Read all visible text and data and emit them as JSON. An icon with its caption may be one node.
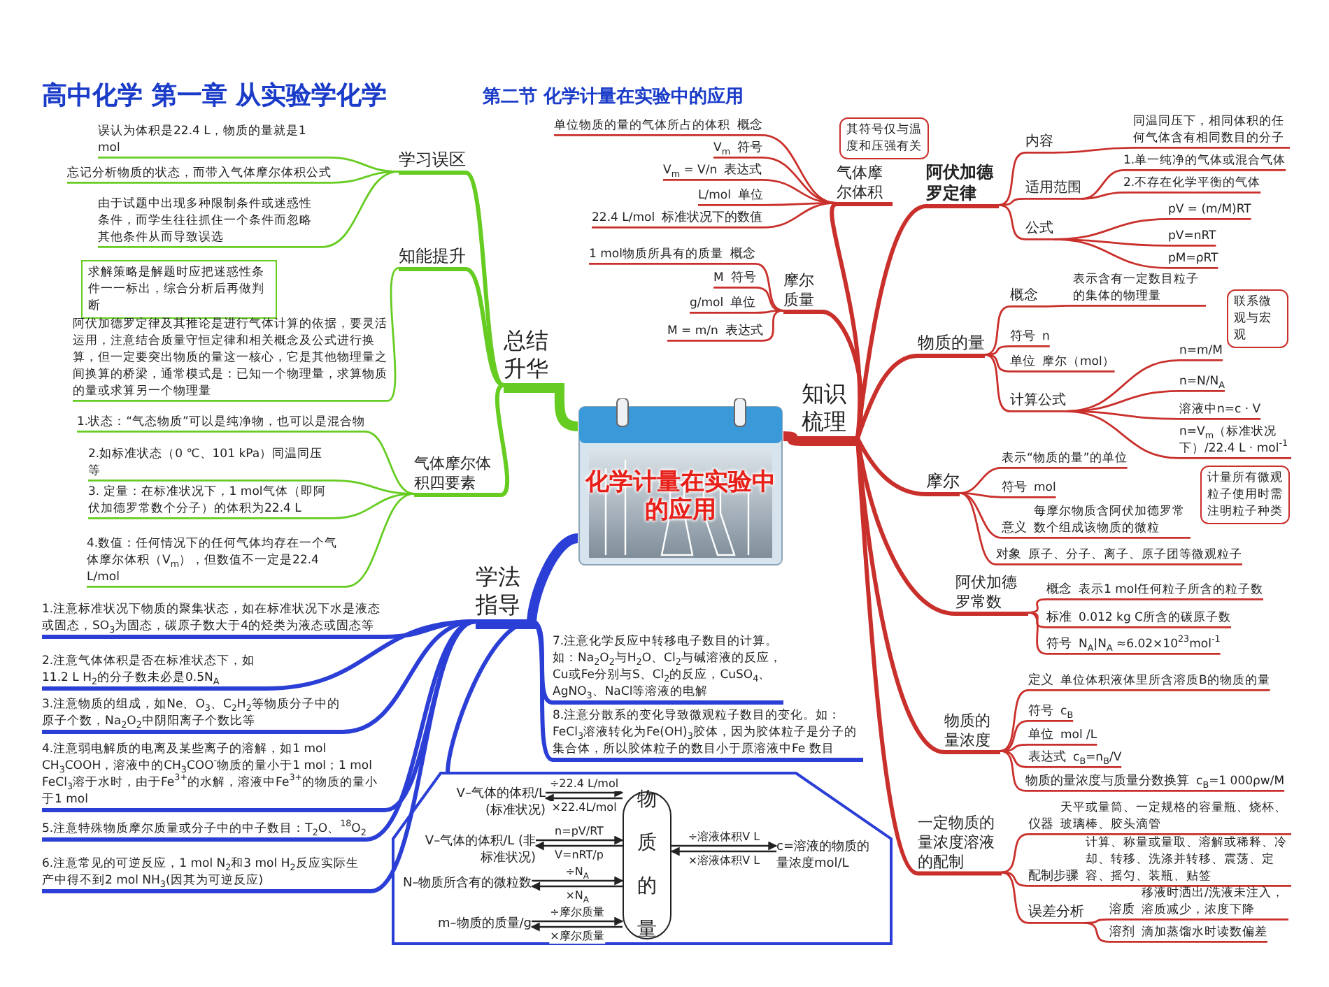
{
  "diagram": {
    "title": "高中化学 第一章 从实验学化学",
    "labels": [
      "第二节 化学计量在实验中的应用"
    ],
    "nodes": [
      {
        "text": [
          "化学计量在实验中的应用"
        ]
      },
      {
        "text": [
          "知识梳理"
        ]
      },
      {
        "text": [
          "气体摩尔体积"
        ]
      },
      {
        "text": [
          "单位物质的量的气体所占的体积",
          "概念"
        ]
      },
      {
        "text": [
          "V$_{m}$",
          "符号"
        ]
      },
      {
        "text": [
          "V$_{m}$ = V/n",
          "表达式"
        ]
      },
      {
        "text": [
          "L/mol",
          "单位"
        ]
      },
      {
        "text": [
          "22.4 L/mol",
          "标准状况下的数值"
        ]
      },
      {
        "text": [
          "摩尔质量"
        ]
      },
      {
        "text": [
          "1 mol物质所具有的质量",
          "概念"
        ]
      },
      {
        "text": [
          "M",
          "符号"
        ]
      },
      {
        "text": [
          "g/mol",
          "单位"
        ]
      },
      {
        "text": [
          "M = m/n",
          "表达式"
        ]
      },
      {
        "text": [
          "阿伏加德罗定律"
        ]
      },
      {
        "text": [
          "内容"
        ]
      },
      {
        "text": [
          "同温同压下，相同体积的任何气体含有相同数目的分子"
        ]
      },
      {
        "text": [
          "适用范围"
        ]
      },
      {
        "text": [
          "1.单一纯净的气体或混合气体"
        ]
      },
      {
        "text": [
          "2.不存在化学平衡的气体"
        ]
      },
      {
        "text": [
          "公式"
        ]
      },
      {
        "text": [
          "pV = (m/M)RT"
        ]
      },
      {
        "text": [
          "pV=nRT"
        ]
      },
      {
        "text": [
          "pM=ρRT"
        ]
      },
      {
        "text": [
          "物质的量"
        ]
      },
      {
        "text": [
          "概念"
        ]
      },
      {
        "text": [
          "表示含有一定数目粒子的集体的物理量"
        ]
      },
      {
        "text": [
          "符号",
          "n"
        ]
      },
      {
        "text": [
          "单位",
          "摩尔（mol）"
        ]
      },
      {
        "text": [
          "计算公式"
        ]
      },
      {
        "text": [
          "n=m/M"
        ]
      },
      {
        "text": [
          "n=N/N$_{A}$"
        ]
      },
      {
        "text": [
          "溶液中n=c · V"
        ]
      },
      {
        "text": [
          "n=V$_{m}$（标准状况下）/22.4 L · mol$^{-1}$"
        ]
      },
      {
        "text": [
          "摩尔"
        ]
      },
      {
        "text": [
          "表示“物质的量”的单位"
        ]
      },
      {
        "text": [
          "符号",
          "mol"
        ]
      },
      {
        "text": [
          "意义",
          "每摩尔物质含阿伏加德罗常数个组成该物质的微粒"
        ]
      },
      {
        "text": [
          "对象",
          "原子、分子、离子、原子团等微观粒子"
        ]
      },
      {
        "text": [
          "阿伏加德罗常数"
        ]
      },
      {
        "text": [
          "概念",
          "表示1 mol任何粒子所含的粒子数"
        ]
      },
      {
        "text": [
          "标准",
          "0.012 kg C所含的碳原子数"
        ]
      },
      {
        "text": [
          "符号",
          "N$_{A}$|N$_{A}$ ≈6.02×10$^{23}$mol$^{-1}$"
        ]
      },
      {
        "text": [
          "物质的量浓度"
        ]
      },
      {
        "text": [
          "定义",
          "单位体积液体里所含溶质B的物质的量"
        ]
      },
      {
        "text": [
          "符号",
          "c$_{B}$"
        ]
      },
      {
        "text": [
          "单位",
          "mol /L"
        ]
      },
      {
        "text": [
          "表达式",
          "c$_{B}$=n$_{B}$/V"
        ]
      },
      {
        "text": [
          "物质的量浓度与质量分数换算",
          "c$_{B}$=1 000ρw/M"
        ]
      },
      {
        "text": [
          "一定物质的量浓度溶液的配制"
        ]
      },
      {
        "text": [
          "仪器",
          "天平或量筒、一定规格的容量瓶、烧杯、玻璃棒、胶头滴管"
        ]
      },
      {
        "text": [
          "配制步骤",
          "计算、称量或量取、溶解或稀释、冷却、转移、洗涤并转移、震荡、定容、摇匀、装瓶、贴签"
        ]
      },
      {
        "text": [
          "误差分析"
        ]
      },
      {
        "text": [
          "溶质",
          "移液时洒出/洗液未注入，溶质减少，浓度下降"
        ]
      },
      {
        "text": [
          "溶剂",
          "滴加蒸馏水时读数偏差"
        ]
      },
      {
        "text": [
          "总结升华"
        ]
      },
      {
        "text": [
          "学习误区"
        ]
      },
      {
        "text": [
          "误认为体积是22.4 L，物质的量就是1 mol"
        ]
      },
      {
        "text": [
          "忘记分析物质的状态，而带入气体摩尔体积公式"
        ]
      },
      {
        "text": [
          "由于试题中出现多种限制条件或迷惑性条件，而学生往往抓住一个条件而忽略其他条件从而导致误选"
        ]
      },
      {
        "text": [
          "求解策略是解题时应把迷惑性条件一一标出，综合分析后再做判断"
        ]
      },
      {
        "text": [
          "知能提升"
        ]
      },
      {
        "text": [
          "阿伏加德罗定律及其推论是进行气体计算的依据，要灵活运用，注意结合质量守恒定律和相关概念及公式进行换算，但一定要突出物质的量这一核心，它是其他物理量之间换算的桥梁，通常模式是：已知一个物理量，求算物质的量或求算另一个物理量"
        ]
      },
      {
        "text": [
          "气体摩尔体积四要素"
        ]
      },
      {
        "text": [
          "1.状态：“气态物质”可以是纯净物，也可以是混合物"
        ]
      },
      {
        "text": [
          "2.如标准状态（0 ℃、101 kPa）同温同压等"
        ]
      },
      {
        "text": [
          "3. 定量：在标准状况下，1 mol气体（即阿伏加德罗常数个分子）的体积为22.4 L"
        ]
      },
      {
        "text": [
          "4.数值：任何情况下的任何气体均存在一个气体摩尔体积（V$_{m}$），但数值不一定是22.4 L/mol"
        ]
      },
      {
        "text": [
          "学法指导"
        ]
      },
      {
        "text": [
          "1.注意标准状况下物质的聚集状态，如在标准状况下水是液态或固态，SO$_{3}$为固态，碳原子数大于4的烃类为液态或固态等"
        ]
      },
      {
        "text": [
          "2.注意气体体积是否在标准状态下，如11.2 L H$_{2}$的分子数未必是0.5N$_{A}$"
        ]
      },
      {
        "text": [
          "3.注意物质的组成，如Ne、O$_{3}$、C$_{2}$H$_{2}$等物质分子中的原子个数，Na$_{2}$O$_{2}$中阴阳离子个数比等"
        ]
      },
      {
        "text": [
          "4.注意弱电解质的电离及某些离子的溶解，如1 mol CH$_{3}$COOH，溶液中的CH$_{3}$COO$^{-}$物质的量小于1 mol；1 mol FeCl$_{3}$溶于水时，由于Fe$^{3+}$的水解，溶液中Fe$^{3+}$的物质的量小于1 mol"
        ]
      },
      {
        "text": [
          "5.注意特殊物质摩尔质量或分子中的中子数目：T$_{2}$O、$^{18}$O$_{2}$"
        ]
      },
      {
        "text": [
          "6.注意常见的可逆反应，1 mol N$_{2}$和3 mol H$_{2}$反应实际生产中得不到2 mol NH$_{3}$(因其为可逆反应)"
        ]
      },
      {
        "text": [
          "7.注意化学反应中转移电子数目的计算。如：Na$_{2}$O$_{2}$与H$_{2}$O、Cl$_{2}$与碱溶液的反应，Cu或Fe分别与S、Cl$_{2}$的反应，CuSO$_{4}$、AgNO$_{3}$、NaCl等溶液的电解"
        ]
      },
      {
        "text": [
          "8.注意分散系的变化导致微观粒子数目的变化。如：FeCl$_{3}$溶液转化为Fe(OH)$_{3}$胶体，因为胶体粒子是分子的集合体，所以胶体粒子的数目小于原溶液中Fe 数目"
        ]
      },
      {
        "text": [],
        "shape": "box"
      },
      {
        "text": [
          "V–气体的体积/L (标准状况)"
        ],
        "in": 76
      },
      {
        "text": [
          "V–气体的体积/L (非标准状况)"
        ],
        "in": 76
      },
      {
        "text": [
          "N–物质所含有的微粒数"
        ],
        "in": 76
      },
      {
        "text": [
          "m–物质的质量/g"
        ],
        "in": 76
      },
      {
        "text": [
          "物质的量"
        ],
        "in": 76
      },
      {
        "text": [
          "c=溶液的物质的量浓度mol/L"
        ],
        "in": 76
      },
      {
        "text": [
          "其符号仅与温度和压强有关"
        ]
      },
      {
        "text": [
          "联系微观与宏观"
        ]
      },
      {
        "text": [
          "计量所有微观粒子使用时需注明粒子种类"
        ]
      }
    ],
    "edges": [
      {
        "from": 0,
        "to": 1,
        "arrow": "none",
        "style": "thick"
      },
      {
        "from": 0,
        "to": 54,
        "arrow": "none",
        "style": "thick",
        "color": "#66cc22"
      },
      {
        "from": 0,
        "to": 67,
        "arrow": "none",
        "style": "thick",
        "color": "#2b3fd6"
      },
      {
        "from": 1,
        "to": 2,
        "arrow": "none",
        "style": "thick"
      },
      {
        "from": 1,
        "to": 8,
        "arrow": "none",
        "style": "thick"
      },
      {
        "from": 1,
        "to": 13,
        "arrow": "none",
        "style": "thick"
      },
      {
        "from": 1,
        "to": 23,
        "arrow": "none",
        "style": "thick"
      },
      {
        "from": 1,
        "to": 33,
        "arrow": "none",
        "style": "thick"
      },
      {
        "from": 1,
        "to": 38,
        "arrow": "none",
        "style": "thick"
      },
      {
        "from": 1,
        "to": 42,
        "arrow": "none",
        "style": "thick"
      },
      {
        "from": 1,
        "to": 48,
        "arrow": "none",
        "style": "thick"
      },
      {
        "from": 2,
        "to": 3,
        "arrow": "none"
      },
      {
        "from": 2,
        "to": 4,
        "arrow": "none"
      },
      {
        "from": 2,
        "to": 5,
        "arrow": "none"
      },
      {
        "from": 2,
        "to": 6,
        "arrow": "none"
      },
      {
        "from": 2,
        "to": 7,
        "arrow": "none"
      },
      {
        "from": 8,
        "to": 9,
        "arrow": "none"
      },
      {
        "from": 8,
        "to": 10,
        "arrow": "none"
      },
      {
        "from": 8,
        "to": 11,
        "arrow": "none"
      },
      {
        "from": 8,
        "to": 12,
        "arrow": "none"
      },
      {
        "from": 13,
        "to": 14,
        "arrow": "none"
      },
      {
        "from": 13,
        "to": 16,
        "arrow": "none"
      },
      {
        "from": 13,
        "to": 19,
        "arrow": "none"
      },
      {
        "from": 14,
        "to": 15,
        "arrow": "none"
      },
      {
        "from": 16,
        "to": 17,
        "arrow": "none"
      },
      {
        "from": 16,
        "to": 18,
        "arrow": "none"
      },
      {
        "from": 19,
        "to": 20,
        "arrow": "none"
      },
      {
        "from": 19,
        "to": 21,
        "arrow": "none"
      },
      {
        "from": 19,
        "to": 22,
        "arrow": "none"
      },
      {
        "from": 23,
        "to": 24,
        "arrow": "none"
      },
      {
        "from": 23,
        "to": 26,
        "arrow": "none"
      },
      {
        "from": 23,
        "to": 27,
        "arrow": "none"
      },
      {
        "from": 23,
        "to": 28,
        "arrow": "none"
      },
      {
        "from": 24,
        "to": 25,
        "arrow": "none"
      },
      {
        "from": 28,
        "to": 29,
        "arrow": "none"
      },
      {
        "from": 28,
        "to": 30,
        "arrow": "none"
      },
      {
        "from": 28,
        "to": 31,
        "arrow": "none"
      },
      {
        "from": 28,
        "to": 32,
        "arrow": "none"
      },
      {
        "from": 33,
        "to": 34,
        "arrow": "none"
      },
      {
        "from": 33,
        "to": 35,
        "arrow": "none"
      },
      {
        "from": 33,
        "to": 36,
        "arrow": "none"
      },
      {
        "from": 33,
        "to": 37,
        "arrow": "none"
      },
      {
        "from": 38,
        "to": 39,
        "arrow": "none"
      },
      {
        "from": 38,
        "to": 40,
        "arrow": "none"
      },
      {
        "from": 38,
        "to": 41,
        "arrow": "none"
      },
      {
        "from": 42,
        "to": 43,
        "arrow": "none"
      },
      {
        "from": 42,
        "to": 44,
        "arrow": "none"
      },
      {
        "from": 42,
        "to": 45,
        "arrow": "none"
      },
      {
        "from": 42,
        "to": 46,
        "arrow": "none"
      },
      {
        "from": 42,
        "to": 47,
        "arrow": "none"
      },
      {
        "from": 48,
        "to": 49,
        "arrow": "none"
      },
      {
        "from": 48,
        "to": 50,
        "arrow": "none"
      },
      {
        "from": 48,
        "to": 51,
        "arrow": "none"
      },
      {
        "from": 51,
        "to": 52,
        "arrow": "none"
      },
      {
        "from": 51,
        "to": 53,
        "arrow": "none"
      },
      {
        "from": 54,
        "to": 55,
        "arrow": "none",
        "style": "thick",
        "color": "#66cc22"
      },
      {
        "from": 54,
        "to": 60,
        "arrow": "none",
        "style": "thick",
        "color": "#66cc22"
      },
      {
        "from": 54,
        "to": 62,
        "arrow": "none",
        "style": "thick",
        "color": "#66cc22"
      },
      {
        "from": 55,
        "to": 56,
        "arrow": "none",
        "color": "#66cc22"
      },
      {
        "from": 55,
        "to": 57,
        "arrow": "none",
        "color": "#66cc22"
      },
      {
        "from": 55,
        "to": 58,
        "arrow": "none",
        "color": "#66cc22"
      },
      {
        "from": 60,
        "to": 61,
        "arrow": "none",
        "color": "#66cc22"
      },
      {
        "from": 62,
        "to": 63,
        "arrow": "none",
        "color": "#66cc22"
      },
      {
        "from": 62,
        "to": 64,
        "arrow": "none",
        "color": "#66cc22"
      },
      {
        "from": 62,
        "to": 65,
        "arrow": "none",
        "color": "#66cc22"
      },
      {
        "from": 62,
        "to": 66,
        "arrow": "none",
        "color": "#66cc22"
      },
      {
        "from": 67,
        "to": 68,
        "arrow": "none",
        "style": "thick",
        "color": "#2b3fd6"
      },
      {
        "from": 67,
        "to": 69,
        "arrow": "none",
        "style": "thick",
        "color": "#2b3fd6"
      },
      {
        "from": 67,
        "to": 70,
        "arrow": "none",
        "style": "thick",
        "color": "#2b3fd6"
      },
      {
        "from": 67,
        "to": 71,
        "arrow": "none",
        "style": "thick",
        "color": "#2b3fd6"
      },
      {
        "from": 67,
        "to": 72,
        "arrow": "none",
        "style": "thick",
        "color": "#2b3fd6"
      },
      {
        "from": 67,
        "to": 73,
        "arrow": "none",
        "style": "thick",
        "color": "#2b3fd6"
      },
      {
        "from": 67,
        "to": 74,
        "arrow": "none",
        "style": "thick",
        "color": "#2b3fd6"
      },
      {
        "from": 67,
        "to": 75,
        "arrow": "none",
        "style": "thick",
        "color": "#2b3fd6"
      },
      {
        "from": 67,
        "to": 76,
        "arrow": "none",
        "style": "thick",
        "color": "#2b3fd6"
      },
      {
        "from": 77,
        "to": 81,
        "arrow": "to",
        "label": "÷22.4 L/mol",
        "color": "#222222"
      },
      {
        "from": 81,
        "to": 77,
        "arrow": "to",
        "label": "×22.4L/mol",
        "color": "#222222"
      },
      {
        "from": 78,
        "to": 81,
        "arrow": "to",
        "label": "n=pV/RT",
        "color": "#222222"
      },
      {
        "from": 81,
        "to": 78,
        "arrow": "to",
        "label": "V=nRT/p",
        "color": "#222222"
      },
      {
        "from": 79,
        "to": 81,
        "arrow": "to",
        "label": "÷N$_{A}$",
        "color": "#222222"
      },
      {
        "from": 81,
        "to": 79,
        "arrow": "to",
        "label": "×N$_{A}$",
        "color": "#222222"
      },
      {
        "from": 80,
        "to": 81,
        "arrow": "to",
        "label": "÷摩尔质量",
        "color": "#222222"
      },
      {
        "from": 81,
        "to": 80,
        "arrow": "to",
        "label": "×摩尔质量",
        "color": "#222222"
      },
      {
        "from": 81,
        "to": 82,
        "arrow": "to",
        "label": "÷溶液体积V L",
        "color": "#222222"
      },
      {
        "from": 82,
        "to": 81,
        "arrow": "to",
        "label": "×溶液体积V L",
        "color": "#222222"
      }
    ]
  }
}
